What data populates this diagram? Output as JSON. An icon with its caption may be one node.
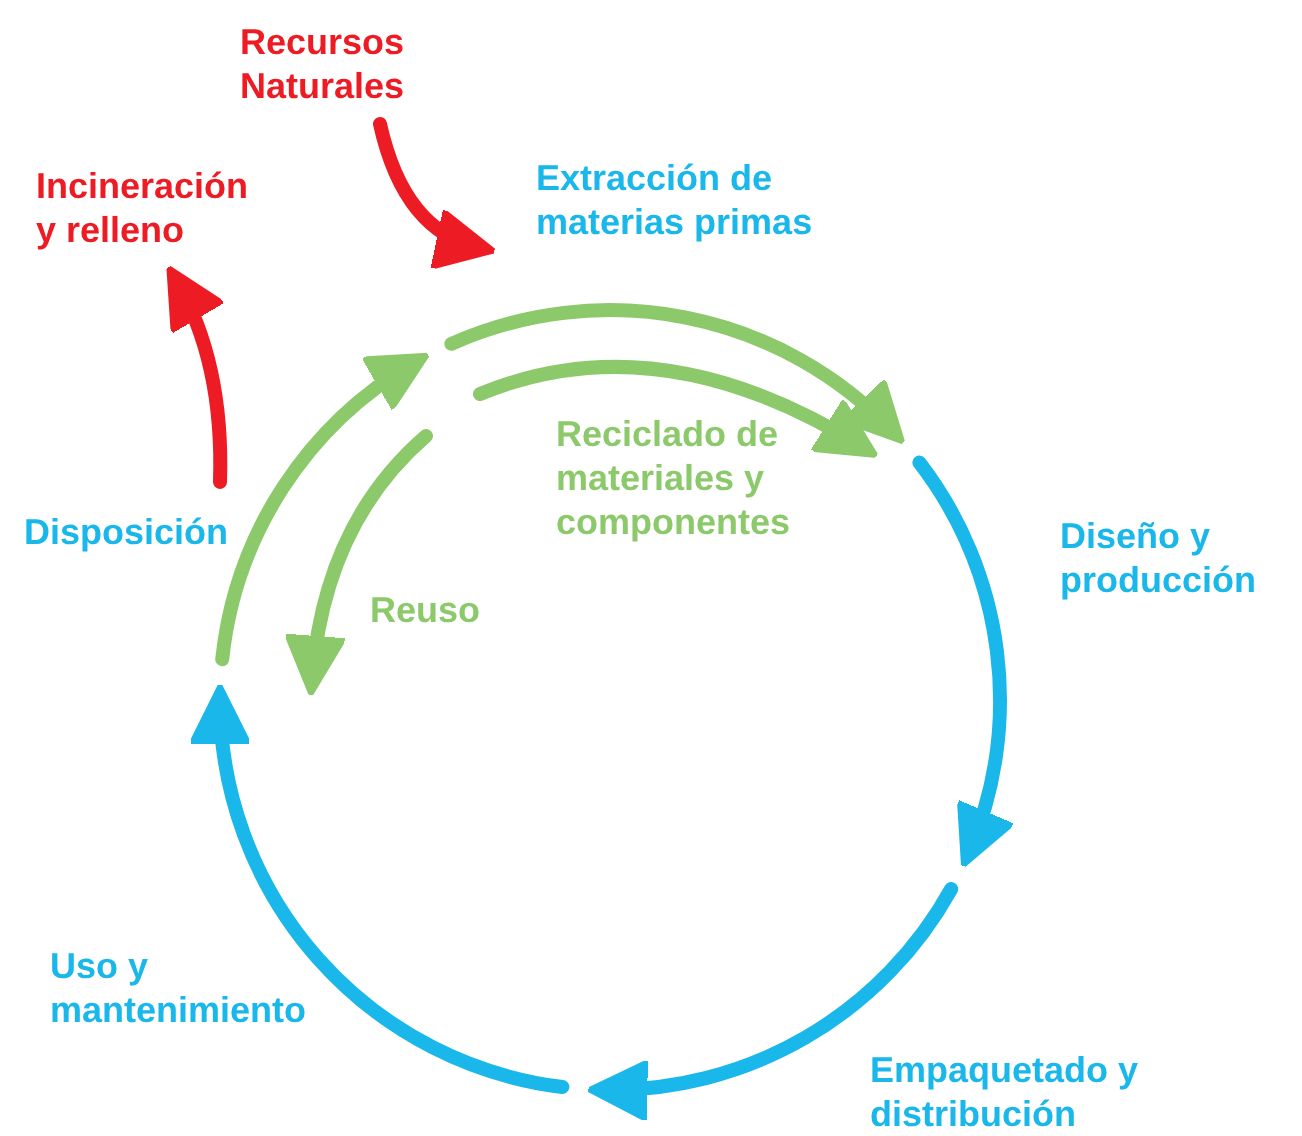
{
  "diagram": {
    "nodes": [
      {
        "text": [
          "Recursos Naturales"
        ]
      },
      {
        "text": [
          "Incineración y relleno"
        ]
      },
      {
        "text": [
          "Extracción de materias primas"
        ]
      },
      {
        "text": [
          "Diseño y producción"
        ]
      },
      {
        "text": [
          "Empaquetado y distribución"
        ]
      },
      {
        "text": [
          "Uso y mantenimiento"
        ]
      },
      {
        "text": [
          "Disposición"
        ]
      }
    ],
    "edges": [
      {
        "from": 0,
        "to": 2,
        "arrow": "to"
      },
      {
        "from": 6,
        "to": 1,
        "arrow": "to"
      }
    ],
    "labels": [
      "Reciclado de materiales y componentes",
      "Reuso"
    ]
  }
}
